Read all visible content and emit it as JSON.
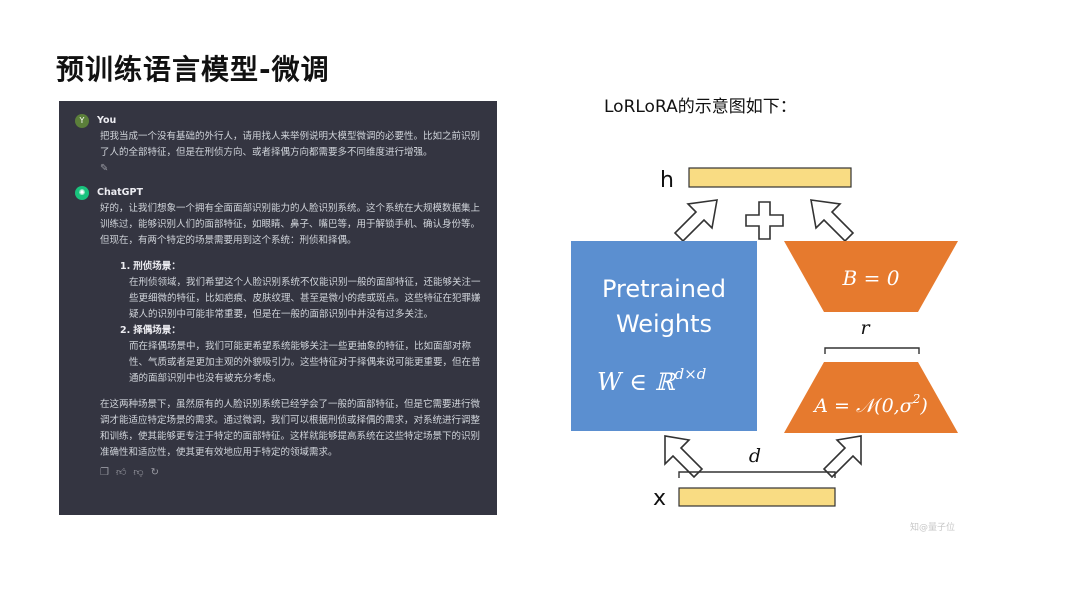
{
  "slide": {
    "title": "预训练语言模型-微调",
    "caption": "LoRLoRA的示意图如下："
  },
  "chat": {
    "user": {
      "avatar_letter": "Y",
      "name": "You",
      "text": "把我当成一个没有基础的外行人，请用找人来举例说明大模型微调的必要性。比如之前识别了人的全部特征，但是在刑侦方向、或者择偶方向都需要多不同维度进行增强。"
    },
    "assistant": {
      "name": "ChatGPT",
      "intro": "好的，让我们想象一个拥有全面面部识别能力的人脸识别系统。这个系统在大规模数据集上训练过，能够识别人们的面部特征，如眼睛、鼻子、嘴巴等，用于解锁手机、确认身份等。但现在，有两个特定的场景需要用到这个系统：刑侦和择偶。",
      "items": [
        {
          "num": "1.",
          "title": "刑侦场景：",
          "text": "在刑侦领域，我们希望这个人脸识别系统不仅能识别一般的面部特征，还能够关注一些更细微的特征，比如疤痕、皮肤纹理、甚至是微小的痣或斑点。这些特征在犯罪嫌疑人的识别中可能非常重要，但是在一般的面部识别中并没有过多关注。"
        },
        {
          "num": "2.",
          "title": "择偶场景：",
          "text": "而在择偶场景中，我们可能更希望系统能够关注一些更抽象的特征，比如面部对称性、气质或者是更加主观的外貌吸引力。这些特征对于择偶来说可能更重要，但在普通的面部识别中也没有被充分考虑。"
        }
      ],
      "conclusion": "在这两种场景下，虽然原有的人脸识别系统已经学会了一般的面部特征，但是它需要进行微调才能适应特定场景的需求。通过微调，我们可以根据刑侦或择偶的需求，对系统进行调整和训练，使其能够更专注于特定的面部特征。这样就能够提高系统在这些特定场景下的识别准确性和适应性，使其更有效地应用于特定的领域需求。"
    }
  },
  "diagram": {
    "h_label": "h",
    "x_label": "x",
    "plus": "+",
    "pretrained_line1": "Pretrained",
    "pretrained_line2": "Weights",
    "w_formula": "W ∈ ℝ",
    "w_sup": "d×d",
    "b_label": "B = 0",
    "a_label": "A = 𝒩(0,σ",
    "a_sup": "2",
    "a_close": ")",
    "r_label": "r",
    "d_label": "d",
    "watermark": "知@量子位",
    "colors": {
      "yellow": "#f9dc83",
      "blue": "#5b8fd0",
      "orange": "#e67a2e"
    }
  }
}
